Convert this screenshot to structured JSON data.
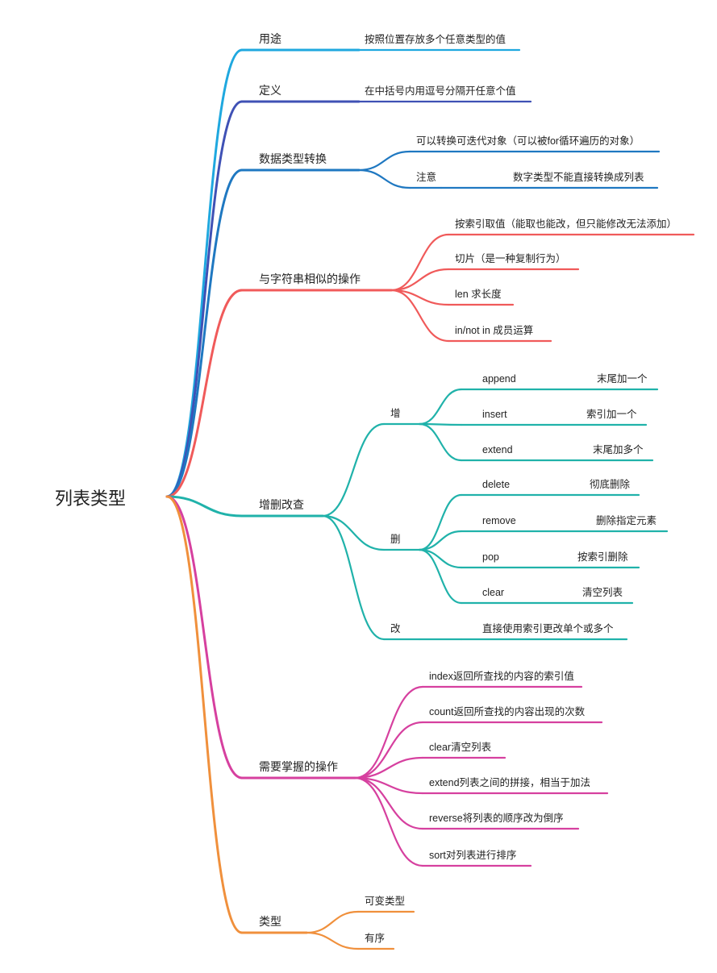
{
  "root": "列表类型",
  "branches": [
    {
      "key": "yongtu",
      "label": "用途",
      "color": "#1fa8df",
      "children": [
        {
          "label": "按照位置存放多个任意类型的值",
          "children": []
        }
      ]
    },
    {
      "key": "dingyi",
      "label": "定义",
      "color": "#3f51b5",
      "children": [
        {
          "label": "在中括号内用逗号分隔开任意个值",
          "children": []
        }
      ]
    },
    {
      "key": "zhuanhuan",
      "label": "数据类型转换",
      "color": "#1f78c1",
      "children": [
        {
          "label": "可以转换可迭代对象（可以被for循环遍历的对象）",
          "children": []
        },
        {
          "label": "注意",
          "children": [
            {
              "label": "数字类型不能直接转换成列表"
            }
          ]
        }
      ]
    },
    {
      "key": "zifuchuan",
      "label": "与字符串相似的操作",
      "color": "#f05a5a",
      "children": [
        {
          "label": "按索引取值（能取也能改，但只能修改无法添加）",
          "children": []
        },
        {
          "label": "切片（是一种复制行为）",
          "children": []
        },
        {
          "label": "len 求长度",
          "children": []
        },
        {
          "label": "in/not in 成员运算",
          "children": []
        }
      ]
    },
    {
      "key": "zengshan",
      "label": "增删改查",
      "color": "#20b2aa",
      "children": [
        {
          "label": "增",
          "children": [
            {
              "label": "append",
              "children": [
                {
                  "label": "末尾加一个"
                }
              ]
            },
            {
              "label": "insert",
              "children": [
                {
                  "label": "索引加一个"
                }
              ]
            },
            {
              "label": "extend",
              "children": [
                {
                  "label": "末尾加多个"
                }
              ]
            }
          ]
        },
        {
          "label": "删",
          "children": [
            {
              "label": "delete",
              "children": [
                {
                  "label": "彻底删除"
                }
              ]
            },
            {
              "label": "remove",
              "children": [
                {
                  "label": "删除指定元素"
                }
              ]
            },
            {
              "label": "pop",
              "children": [
                {
                  "label": "按索引删除"
                }
              ]
            },
            {
              "label": "clear",
              "children": [
                {
                  "label": "清空列表"
                }
              ]
            }
          ]
        },
        {
          "label": "改",
          "children": [
            {
              "label": "直接使用索引更改单个或多个",
              "children": []
            }
          ]
        }
      ]
    },
    {
      "key": "zhangwo",
      "label": "需要掌握的操作",
      "color": "#d6409f",
      "children": [
        {
          "label": "index返回所查找的内容的索引值",
          "children": []
        },
        {
          "label": "count返回所查找的内容出现的次数",
          "children": []
        },
        {
          "label": "clear清空列表",
          "children": []
        },
        {
          "label": "extend列表之间的拼接，相当于加法",
          "children": []
        },
        {
          "label": "reverse将列表的顺序改为倒序",
          "children": []
        },
        {
          "label": "sort对列表进行排序",
          "children": []
        }
      ]
    },
    {
      "key": "leixing",
      "label": "类型",
      "color": "#f0903c",
      "children": [
        {
          "label": "可变类型",
          "children": []
        },
        {
          "label": "有序",
          "children": []
        }
      ]
    }
  ]
}
